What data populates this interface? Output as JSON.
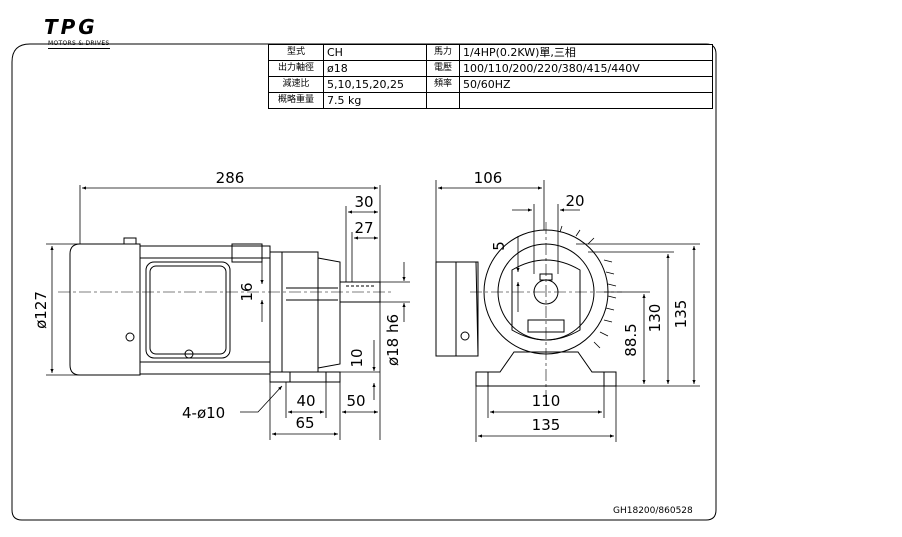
{
  "logo": {
    "mark": "TPG",
    "tagline": "MOTORS & DRIVES"
  },
  "spec_table": {
    "rows": [
      {
        "label1": "型式",
        "value1": "CH",
        "label2": "馬力",
        "value2": "1/4HP(0.2KW)單,三相"
      },
      {
        "label1": "出力軸徑",
        "value1": "ø18",
        "label2": "電壓",
        "value2": "100/110/200/220/380/415/440V"
      },
      {
        "label1": "減速比",
        "value1": "5,10,15,20,25",
        "label2": "頻率",
        "value2": "50/60HZ"
      },
      {
        "label1": "概略重量",
        "value1": "7.5 kg",
        "label2": "",
        "value2": ""
      }
    ]
  },
  "dimensions": {
    "side_view": {
      "overall_length": "286",
      "shaft_length": "30",
      "key_length": "27",
      "key_height": "16",
      "body_diameter": "ø127",
      "shaft_diameter": "ø18 h6",
      "shaft_height": "10",
      "foot_spacing": "40",
      "foot_offset": "50",
      "base_length": "65",
      "mount_holes": "4-ø10"
    },
    "front_view": {
      "overall_width": "106",
      "key_width": "20",
      "keyway_depth": "5",
      "center_height": "88.5",
      "flange_height": "130",
      "overall_height": "135",
      "hole_spacing": "110",
      "base_width": "135"
    }
  },
  "drawing_number": "GH18200/860528",
  "colors": {
    "line": "#000000",
    "background": "#ffffff"
  }
}
